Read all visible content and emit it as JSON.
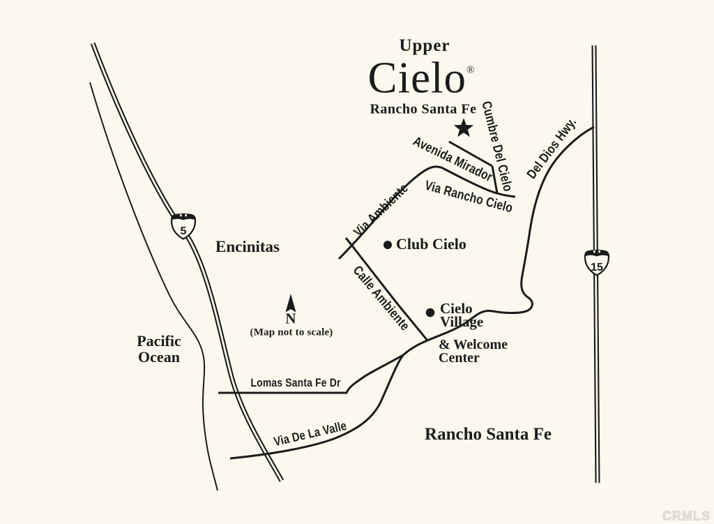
{
  "title": {
    "upper": "Upper",
    "main": "Cielo",
    "registered": "®",
    "subtitle": "Rancho Santa Fe"
  },
  "places": {
    "encinitas": "Encinitas",
    "pacific_ocean": "Pacific\nOcean",
    "rancho_santa_fe": "Rancho Santa Fe",
    "club_cielo": "Club Cielo",
    "cielo_village": "Cielo\nVillage",
    "welcome_center": "& Welcome\nCenter"
  },
  "highways": {
    "i5_number": "5",
    "i15_number": "15"
  },
  "roads": {
    "via_ambiente": "Via Ambiente",
    "calle_ambiente": "Calle Ambiente",
    "avenida_mirador": "Avenida Mirador",
    "via_rancho_cielo": "Via Rancho Cielo",
    "cumbre_del_cielo": "Cumbre Del Cielo",
    "del_dios_hwy": "Del Dios Hwy.",
    "lomas_santa_fe": "Lomas Santa Fe Dr",
    "via_de_la_valle": "Via De La Valle"
  },
  "compass": {
    "north": "N",
    "note": "(Map not to scale)"
  },
  "watermark": "CRMLS",
  "colors": {
    "background": "#fbf8ee",
    "ink": "#1b1b1b",
    "watermark": "#dedcd2"
  }
}
